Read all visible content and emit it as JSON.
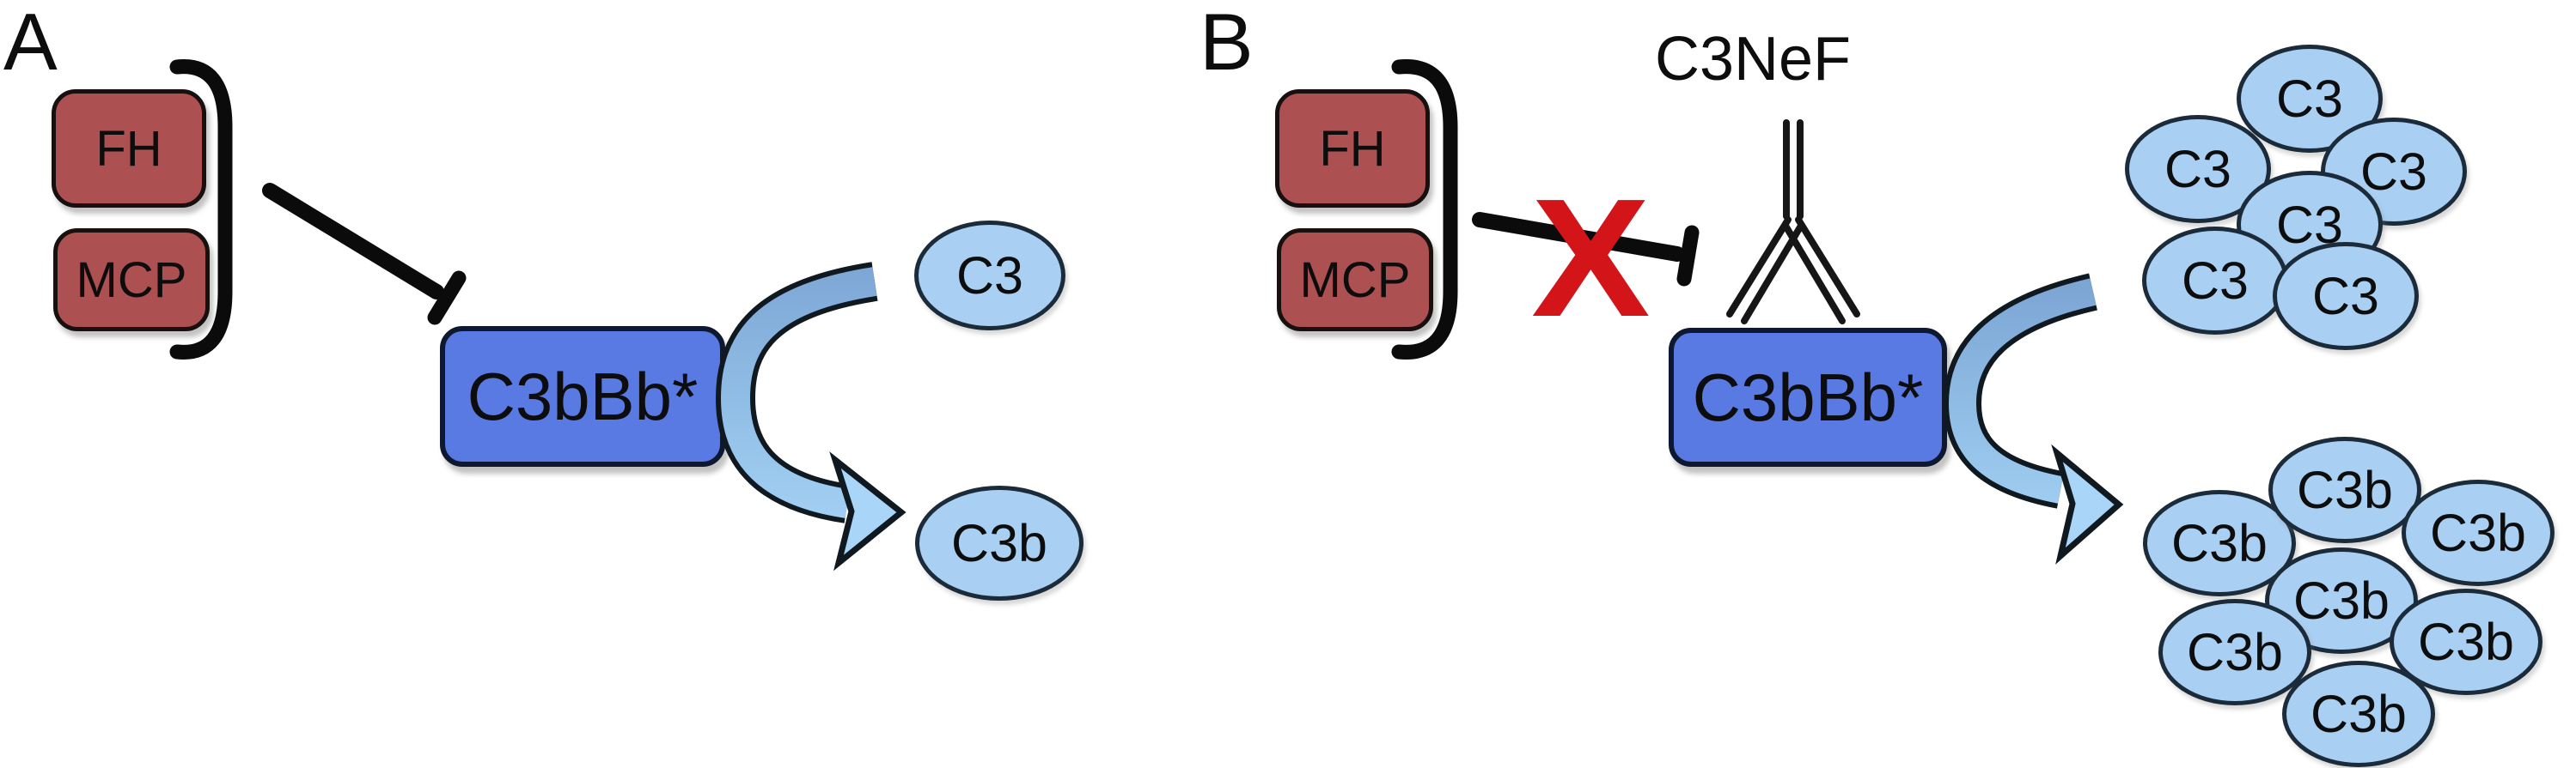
{
  "figure": {
    "panel_a": {
      "label": "A",
      "regulator_1": "FH",
      "regulator_2": "MCP",
      "convertase": "C3bBb*",
      "substrate": "C3",
      "product": "C3b"
    },
    "panel_b": {
      "label": "B",
      "regulator_1": "FH",
      "regulator_2": "MCP",
      "blocked_symbol": "X",
      "antibody": "C3NeF",
      "convertase": "C3bBb*",
      "substrate": "C3",
      "substrate_count": 6,
      "product": "C3b",
      "product_count": 7
    },
    "colors": {
      "regulator_fill": "#ad5052",
      "convertase_fill": "#587ae2",
      "molecule_fill": "#a9cff2",
      "arrow_light": "#a9d6f8",
      "arrow_dark": "#7ba3d3",
      "inhibitor": "#0c0c0c",
      "blocked_x": "#d31419"
    }
  }
}
